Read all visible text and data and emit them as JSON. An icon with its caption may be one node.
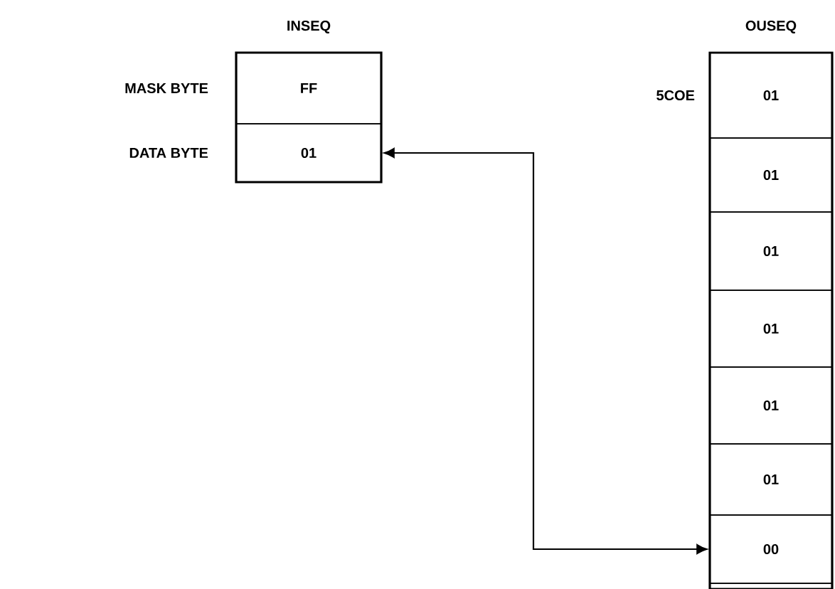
{
  "diagram": {
    "nodes": [
      {
        "text": [
          "INSEQ"
        ]
      },
      {
        "text": [
          "FF"
        ],
        "in": 0,
        "beside": [
          "MASK BYTE"
        ]
      },
      {
        "text": [
          "01"
        ],
        "in": 0,
        "beside": [
          "DATA BYTE"
        ]
      },
      {
        "text": [
          "OUSEQ"
        ]
      },
      {
        "text": [
          "01"
        ],
        "in": 3,
        "beside": [
          "5COE"
        ]
      },
      {
        "text": [
          "01"
        ],
        "in": 3
      },
      {
        "text": [
          "01"
        ],
        "in": 3
      },
      {
        "text": [
          "01"
        ],
        "in": 3
      },
      {
        "text": [
          "01"
        ],
        "in": 3
      },
      {
        "text": [
          "01"
        ],
        "in": 3
      },
      {
        "text": [
          "00"
        ],
        "in": 3
      },
      {
        "text": [],
        "shape": "box",
        "in": 3
      }
    ],
    "edges": [
      {
        "from": 10,
        "to": 2,
        "arrow": "both"
      }
    ]
  }
}
